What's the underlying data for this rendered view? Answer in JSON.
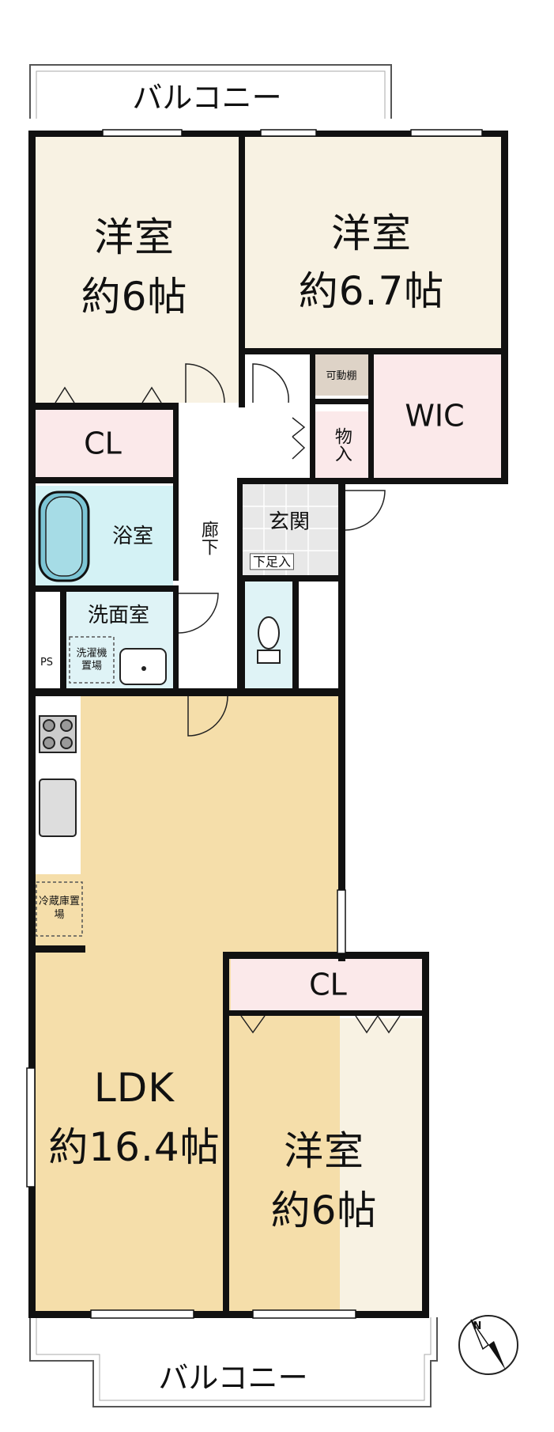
{
  "rooms": {
    "balcony_top": "バルコニー",
    "balcony_bottom": "バルコニー",
    "bedroom_nw": {
      "name": "洋室",
      "size": "約6帖"
    },
    "bedroom_ne": {
      "name": "洋室",
      "size": "約6.7帖"
    },
    "bedroom_s": {
      "name": "洋室",
      "size": "約6帖"
    },
    "ldk": {
      "name": "LDK",
      "size": "約16.4帖"
    },
    "closet_nw": "CL",
    "closet_s": "CL",
    "wic": "WIC",
    "movable_shelf": "可動棚",
    "storage": "物入",
    "bath": "浴室",
    "hallway": "廊下",
    "entrance": "玄関",
    "shoe_box": "下足入",
    "washroom": "洗面室",
    "washer_space": "洗濯機置場",
    "ps": "PS",
    "fridge_space": "冷蔵庫置場"
  },
  "compass": {
    "north_label": "N"
  },
  "colors": {
    "wall": "#111111",
    "bedroom": "#f8f2e3",
    "ldk": "#f5deaa",
    "closet": "#fbe9ea",
    "bath": "#d4f2f5",
    "wet_floor": "#dff3f6",
    "shelf": "#ded3c7",
    "tile": "#e8e8e8",
    "tub": "#7cc5d5"
  }
}
